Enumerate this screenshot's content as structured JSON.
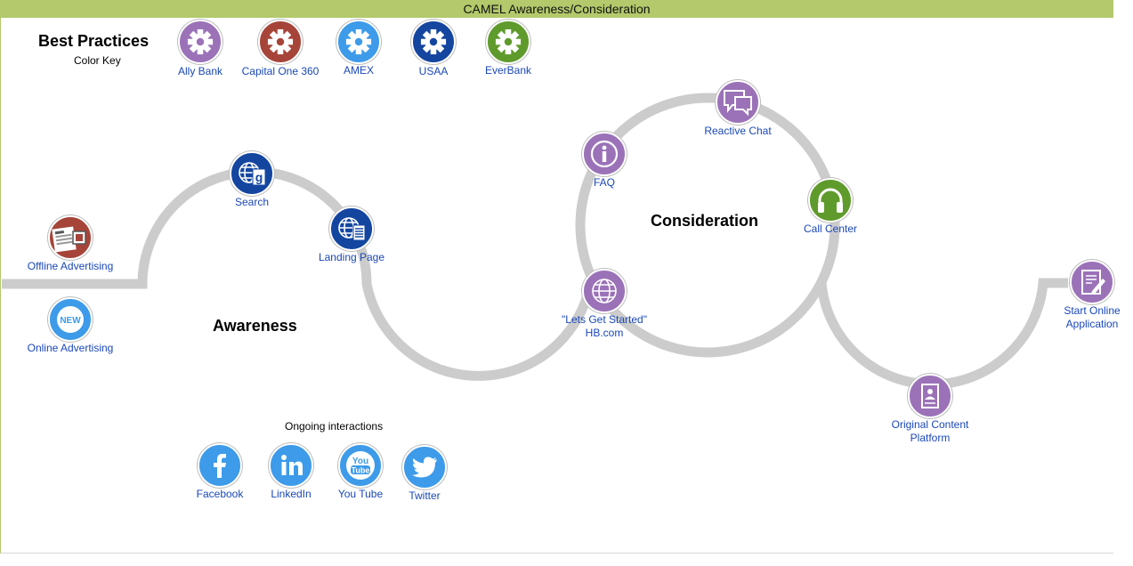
{
  "title": "CAMEL Awareness/Consideration",
  "best_practices": {
    "heading": "Best Practices",
    "subheading": "Color Key"
  },
  "colors": {
    "ally": "#9b72b8",
    "capital_one": "#a64439",
    "amex": "#3d9be9",
    "usaa": "#1446a0",
    "everbank": "#5f9b2c",
    "path": "#cccccc",
    "label": "#1a48b8",
    "titlebar": "#b3c96b"
  },
  "key": [
    {
      "label": "Ally Bank",
      "icon": "gear-icon"
    },
    {
      "label": "Capital One 360",
      "icon": "gear-icon"
    },
    {
      "label": "AMEX",
      "icon": "gear-icon"
    },
    {
      "label": "USAA",
      "icon": "gear-icon"
    },
    {
      "label": "EverBank",
      "icon": "gear-icon"
    }
  ],
  "stages": {
    "awareness": "Awareness",
    "consideration": "Consideration"
  },
  "nodes": {
    "offline_advertising": {
      "label": "Offline Advertising",
      "icon": "newspaper-icon"
    },
    "online_advertising": {
      "label": "Online Advertising",
      "icon": "new-badge-icon"
    },
    "search": {
      "label": "Search",
      "icon": "globe-search-icon"
    },
    "landing_page": {
      "label": "Landing Page",
      "icon": "globe-page-icon"
    },
    "lets_get_started": {
      "label_line1": "\"Lets Get Started\"",
      "label_line2": "HB.com",
      "icon": "globe-icon"
    },
    "faq": {
      "label": "FAQ",
      "icon": "info-icon"
    },
    "reactive_chat": {
      "label": "Reactive Chat",
      "icon": "chat-bubbles-icon"
    },
    "call_center": {
      "label": "Call Center",
      "icon": "headset-icon"
    },
    "original_content": {
      "label_line1": "Original Content",
      "label_line2": "Platform",
      "icon": "document-icon"
    },
    "start_online_application": {
      "label_line1": "Start Online",
      "label_line2": "Application",
      "icon": "form-pen-icon"
    }
  },
  "ongoing": {
    "heading": "Ongoing interactions",
    "items": [
      {
        "label": "Facebook",
        "icon": "facebook-icon"
      },
      {
        "label": "LinkedIn",
        "icon": "linkedin-icon"
      },
      {
        "label": "You Tube",
        "icon": "youtube-icon"
      },
      {
        "label": "Twitter",
        "icon": "twitter-icon"
      }
    ]
  }
}
